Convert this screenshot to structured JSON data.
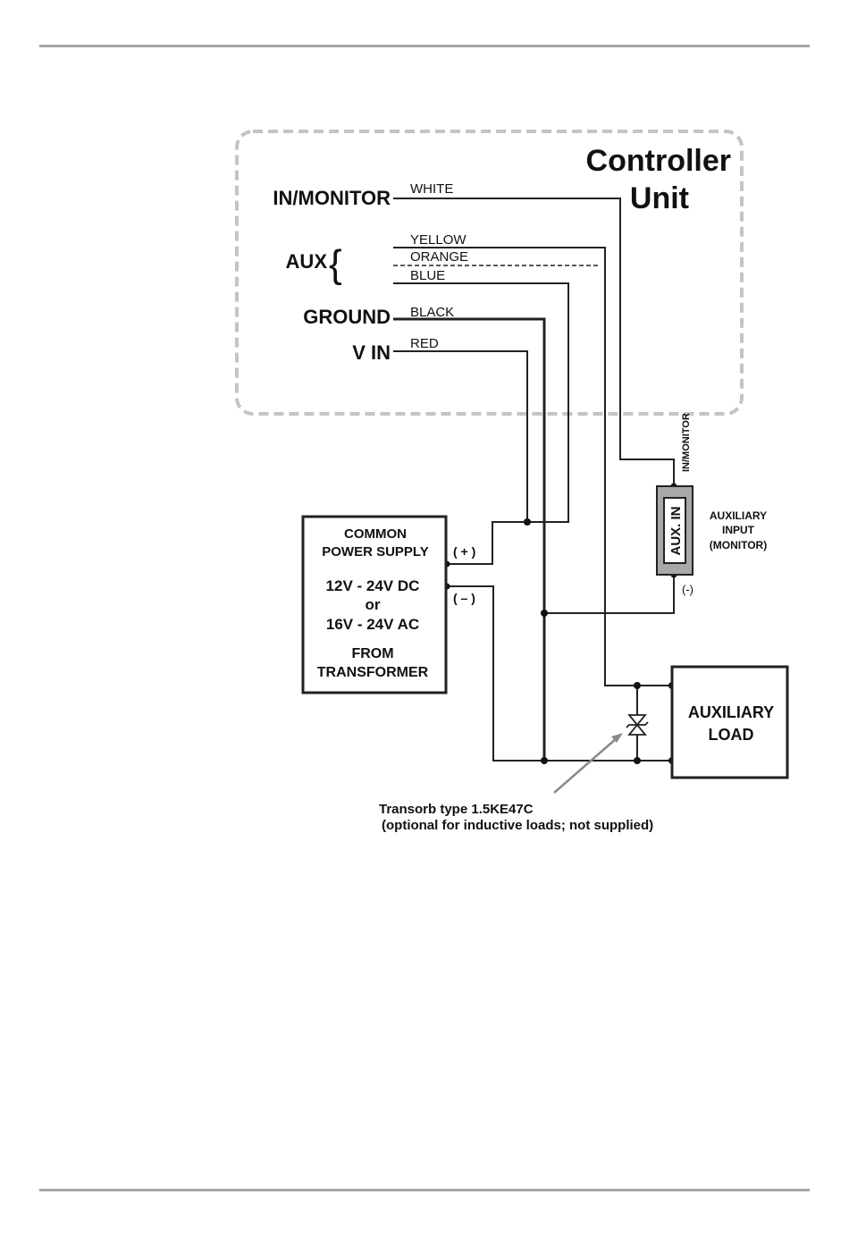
{
  "page": {
    "header_rule": true,
    "footer_rule": true
  },
  "controller": {
    "title_line1": "Controller",
    "title_line2": "Unit",
    "terminals": [
      {
        "name": "IN/MONITOR",
        "wires": [
          "WHITE"
        ]
      },
      {
        "name": "AUX",
        "wires": [
          "YELLOW",
          "ORANGE",
          "BLUE"
        ]
      },
      {
        "name": "GROUND",
        "wires": [
          "BLACK"
        ]
      },
      {
        "name": "V IN",
        "wires": [
          "RED"
        ]
      }
    ],
    "labels": {
      "in_monitor": "IN/MONITOR",
      "aux": "AUX",
      "ground": "GROUND",
      "vin": "V IN"
    },
    "wire_labels": {
      "white": "WHITE",
      "yellow": "YELLOW",
      "orange": "ORANGE",
      "blue": "BLUE",
      "black": "BLACK",
      "red": "RED"
    }
  },
  "power_supply": {
    "line1": "COMMON",
    "line2": "POWER SUPPLY",
    "line3": "12V - 24V DC",
    "line4": "or",
    "line5": "16V - 24V AC",
    "line6": "FROM",
    "line7": "TRANSFORMER",
    "plus_label": "( + )",
    "minus_label": "( – )"
  },
  "aux_input": {
    "device_label": "AUX. IN",
    "top_pin_label": "IN/MONITOR",
    "bottom_pin_label": "(-)",
    "desc_line1": "AUXILIARY",
    "desc_line2": "INPUT",
    "desc_line3": "(MONITOR)"
  },
  "aux_load": {
    "line1": "AUXILIARY",
    "line2": "LOAD"
  },
  "transorb": {
    "line1": "Transorb type 1.5KE47C",
    "line2": "(optional for inductive loads; not supplied)"
  },
  "colors": {
    "rule": "#a6a6a6",
    "dashed_border": "#c4c4c4",
    "wire": "#222222",
    "aux_in_fill": "#a8a8a8",
    "arrow": "#8a8a8a"
  }
}
